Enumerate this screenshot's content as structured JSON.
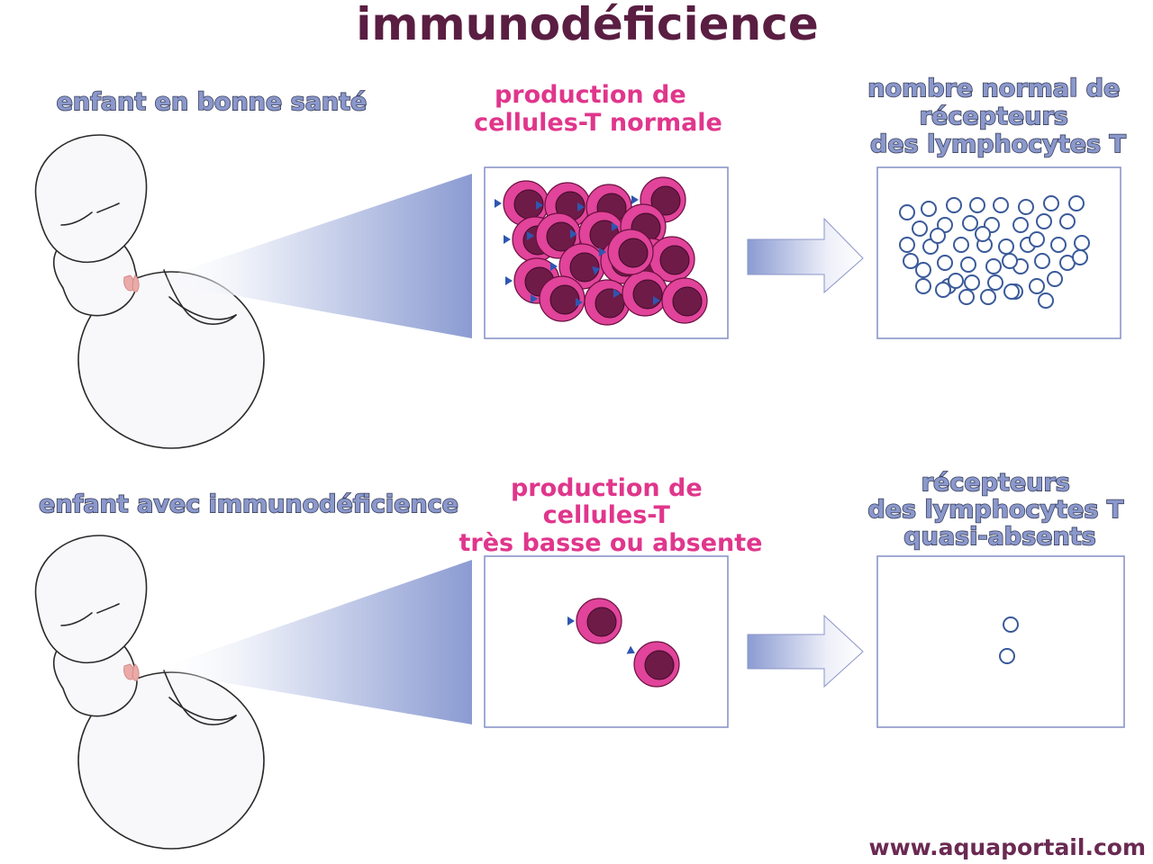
{
  "title": "immunodéficience",
  "rows": [
    {
      "child_label": [
        "enfant en bonne santé"
      ],
      "production_label": [
        "production de",
        "cellules-T normale"
      ],
      "receptor_label": [
        "nombre normal de",
        "récepteurs",
        "des lymphocytes T"
      ],
      "cell_count": 18,
      "receptor_count": 49
    },
    {
      "child_label": [
        "enfant avec immunodéficience"
      ],
      "production_label": [
        "production de",
        "cellules-T",
        "très basse ou absente"
      ],
      "receptor_label": [
        "récepteurs",
        "des lymphocytes T",
        "quasi-absents"
      ],
      "cell_count": 2,
      "receptor_count": 2
    }
  ],
  "website": "www.aquaportail.com",
  "colors": {
    "title": "#5a1e42",
    "label_blue": "#8a98cc",
    "label_pink": "#e0368c",
    "cell_outer": "#e1449a",
    "cell_inner": "#6e1b48",
    "receptor": "#3a5a9a",
    "gradient": "#8b9bd2"
  }
}
